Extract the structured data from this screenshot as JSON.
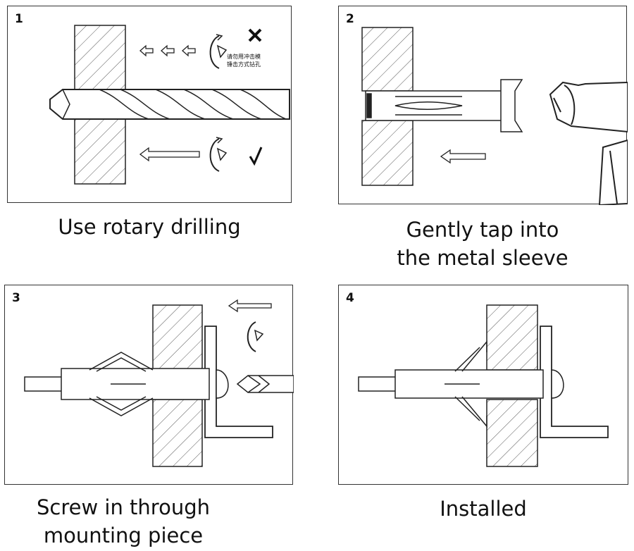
{
  "steps": [
    {
      "number": "1",
      "caption_lines": [
        "Use rotary drilling"
      ],
      "note_lines": [
        "请勿用冲击模",
        "锤击方式钻孔"
      ]
    },
    {
      "number": "2",
      "caption_lines": [
        "Gently tap into",
        "the metal sleeve"
      ]
    },
    {
      "number": "3",
      "caption_lines": [
        "Screw in through",
        "mounting piece"
      ]
    },
    {
      "number": "4",
      "caption_lines": [
        "Installed"
      ]
    }
  ],
  "colors": {
    "line": "#222222",
    "panel_border": "#333333",
    "background": "#ffffff"
  },
  "icons": [
    "hatched-wall",
    "drill-bit",
    "rotation-arrow",
    "cross-mark",
    "check-mark",
    "hammer",
    "expansion-anchor",
    "screwdriver",
    "hook-bracket"
  ]
}
